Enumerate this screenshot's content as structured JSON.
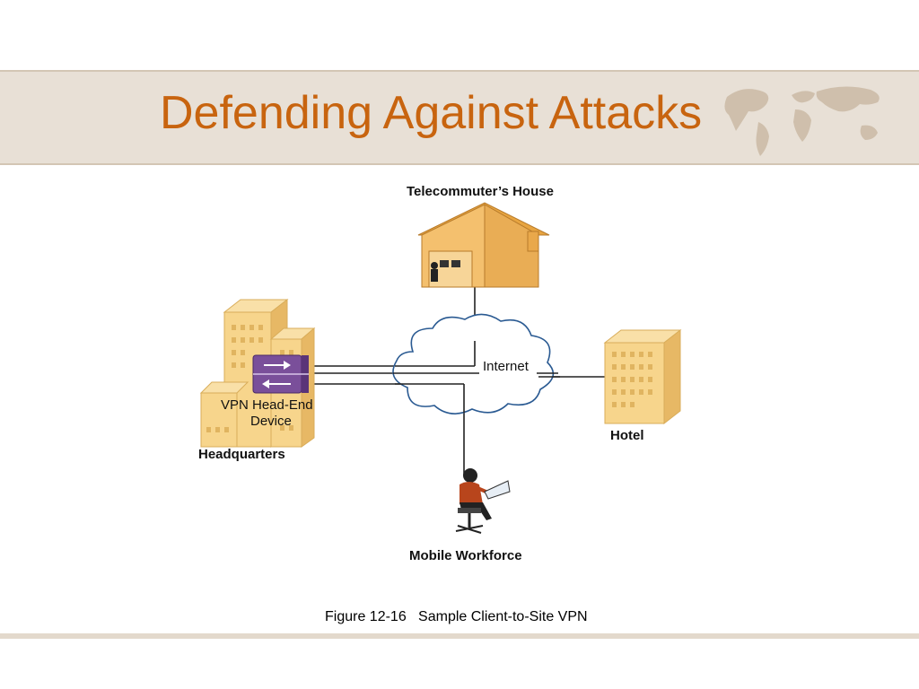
{
  "slide": {
    "title": "Defending Against Attacks",
    "caption": "Figure 12-16   Sample Client-to-Site VPN"
  },
  "diagram": {
    "nodes": {
      "telecommuter": "Telecommuter’s House",
      "internet": "Internet",
      "vpn_device_line1": "VPN Head-End",
      "vpn_device_line2": "Device",
      "headquarters": "Headquarters",
      "hotel": "Hotel",
      "mobile": "Mobile Workforce"
    }
  },
  "colors": {
    "title": "#c8640f",
    "band": "#e8e0d6",
    "building": "#f2c878",
    "house": "#f0b04c",
    "vpn_device": "#7a4f9a"
  }
}
